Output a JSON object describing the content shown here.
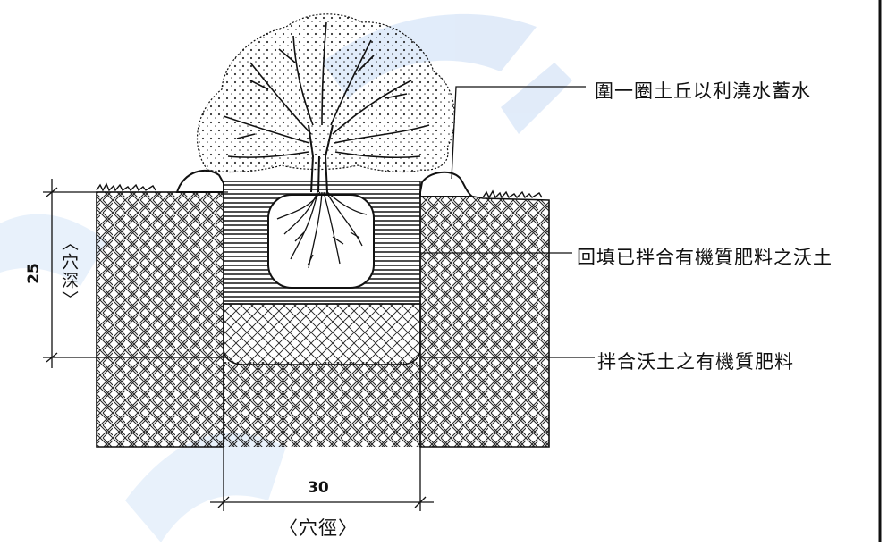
{
  "diagram": {
    "callouts": {
      "mound": "圍一圈土丘以利澆水蓄水",
      "backfill": "回填已拌合有機質肥料之沃土",
      "bottom_fertilizer": "拌合沃土之有機質肥料"
    },
    "dimensions": {
      "depth_value": "25",
      "depth_label": "〈穴深〉",
      "width_value": "30",
      "width_label": "〈穴徑〉"
    },
    "colors": {
      "ink": "#111111",
      "paper": "#ffffff",
      "watermark": "#c9dcf5"
    }
  }
}
